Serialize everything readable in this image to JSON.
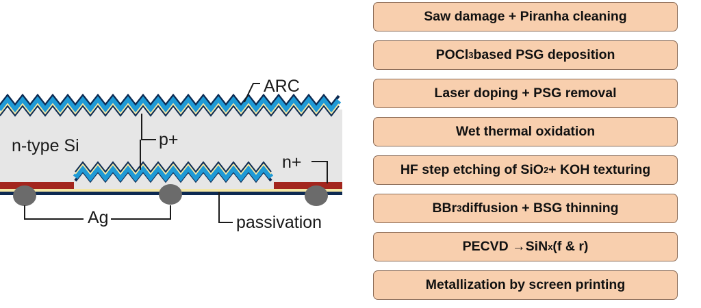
{
  "diagram": {
    "labels": {
      "arc": "ARC",
      "n_type_si": "n-type Si",
      "p_plus": "p+",
      "n_plus": "n+",
      "ag": "Ag",
      "passivation": "passivation"
    },
    "colors": {
      "silicon": "#e6e6e6",
      "arc_blue": "#1f9ad6",
      "dark_blue": "#0d2a52",
      "passivation_yellow": "#f3e7a6",
      "n_plus_red": "#a3261e",
      "ag_contact": "#6b6b6b",
      "line": "#1a1a1a"
    }
  },
  "process_steps": [
    {
      "pre": "Saw damage + Piranha cleaning",
      "sub": "",
      "post": ""
    },
    {
      "pre": "POCl",
      "sub": "3",
      "post": " based PSG deposition"
    },
    {
      "pre": "Laser doping + PSG removal",
      "sub": "",
      "post": ""
    },
    {
      "pre": "Wet thermal oxidation",
      "sub": "",
      "post": ""
    },
    {
      "pre": "HF step etching of SiO",
      "sub": "2",
      "post": " + KOH texturing"
    },
    {
      "pre": "BBr",
      "sub": "3",
      "post": " diffusion + BSG thinning"
    },
    {
      "pre": "PECVD →SiN",
      "sub": "x",
      "post": " (f & r)"
    },
    {
      "pre": "Metallization by screen printing",
      "sub": "",
      "post": ""
    }
  ],
  "colors": {
    "step_fill": "#f8cfae",
    "step_border": "#8a6a55"
  }
}
